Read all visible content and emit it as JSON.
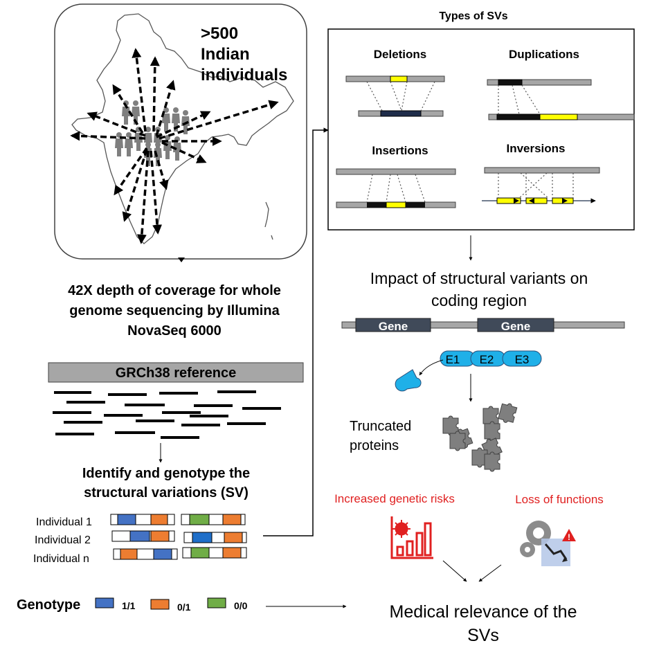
{
  "map_panel": {
    "title_line1": ">500",
    "title_line2": "Indian",
    "title_line3": "individuals"
  },
  "sequencing": {
    "line1": "42X depth of coverage for whole",
    "line2": "genome sequencing by Illumina",
    "line3": "NovaSeq 6000"
  },
  "reference": {
    "label": "GRCh38 reference"
  },
  "identify": {
    "line1": "Identify and genotype the",
    "line2": "structural variations (SV)"
  },
  "individuals": [
    "Individual 1",
    "Individual 2",
    "Individual n"
  ],
  "genotype": {
    "title": "Genotype",
    "items": [
      {
        "label": "1/1",
        "color": "#4472c4"
      },
      {
        "label": "0/1",
        "color": "#ed7d31"
      },
      {
        "label": "0/0",
        "color": "#70ad47"
      }
    ]
  },
  "sv_types": {
    "title": "Types of SVs",
    "deletions": "Deletions",
    "duplications": "Duplications",
    "insertions": "Insertions",
    "inversions": "Inversions"
  },
  "impact": {
    "line1": "Impact of structural variants on",
    "line2": "coding region",
    "gene1": "Gene",
    "gene2": "Gene",
    "exons": [
      "E1",
      "E2",
      "E3"
    ]
  },
  "truncated": {
    "line1": "Truncated",
    "line2": "proteins"
  },
  "risks": {
    "increased": "Increased genetic risks",
    "loss": "Loss of functions"
  },
  "medical": {
    "line1": "Medical relevance of the",
    "line2": "SVs"
  },
  "colors": {
    "blue": "#4472c4",
    "orange": "#ed7d31",
    "green": "#70ad47",
    "yellow": "#ffff00",
    "red": "#e02020",
    "cyan": "#1fb0e8",
    "gray_bar": "#a6a6a6",
    "dark_gene": "#404a59"
  },
  "icons": [
    "india-map-icon",
    "people-icon",
    "chart-virus-icon",
    "gears-warning-icon",
    "puzzle-pieces-icon",
    "truncated-protein-icon"
  ]
}
